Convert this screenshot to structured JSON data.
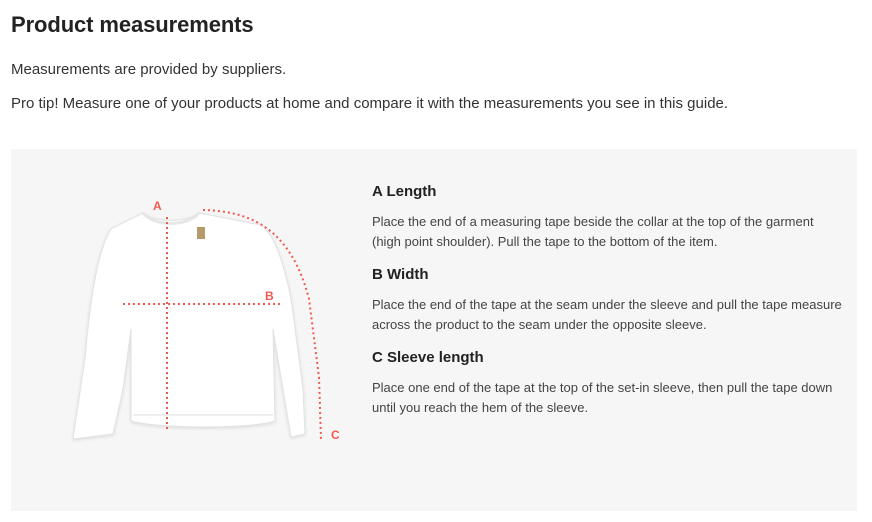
{
  "page": {
    "title": "Product measurements",
    "intro_1": "Measurements are provided by suppliers.",
    "intro_2": "Pro tip! Measure one of your products at home and compare it with the measurements you see in this guide."
  },
  "guide": {
    "marker_color": "#ef5a4f",
    "garment_color": "#ffffff",
    "illustration_markers": [
      "A",
      "B",
      "C"
    ],
    "measurements": [
      {
        "title": "A Length",
        "description": "Place the end of a measuring tape beside the collar at the top of the garment (high point shoulder). Pull the tape to the bottom of the item."
      },
      {
        "title": "B Width",
        "description": "Place the end of the tape at the seam under the sleeve and pull the tape measure across the product to the seam under the opposite sleeve."
      },
      {
        "title": "C Sleeve length",
        "description": "Place one end of the tape at the top of the set-in sleeve, then pull the tape down until you reach the hem of the sleeve."
      }
    ]
  }
}
